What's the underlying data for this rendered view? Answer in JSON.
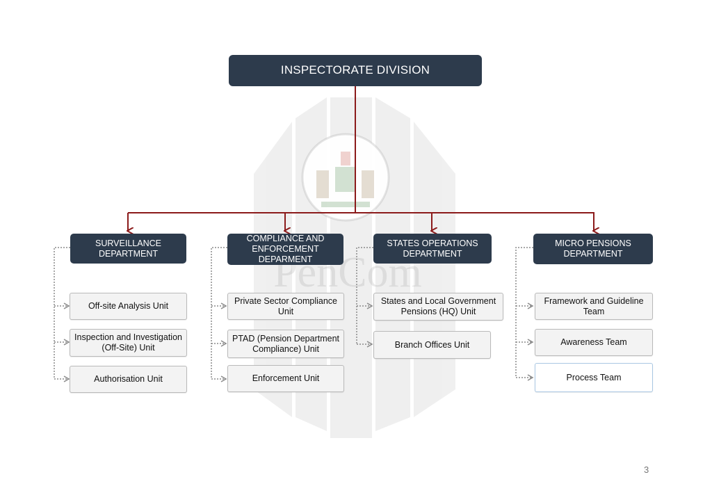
{
  "division": {
    "title": "INSPECTORATE DIVISION"
  },
  "departments": [
    {
      "name": "SURVEILLANCE DEPARTMENT",
      "units": [
        "Off-site Analysis Unit",
        "Inspection and Investigation (Off-Site) Unit",
        "Authorisation Unit"
      ]
    },
    {
      "name": "COMPLIANCE AND ENFORCEMENT DEPARMENT",
      "units": [
        "Private Sector Compliance Unit",
        "PTAD (Pension Department Compliance) Unit",
        "Enforcement Unit"
      ]
    },
    {
      "name": "STATES OPERATIONS DEPARTMENT",
      "units": [
        "States and Local Government Pensions (HQ) Unit",
        "Branch Offices Unit"
      ]
    },
    {
      "name": "MICRO PENSIONS DEPARTMENT",
      "units": [
        "Framework and Guideline Team",
        "Awareness Team",
        "Process Team"
      ]
    }
  ],
  "watermark": {
    "text": "PenCom"
  },
  "page_number": "3",
  "colors": {
    "header_fill": "#2d3b4c",
    "connector_red": "#8b1a1a",
    "unit_fill": "#f3f3f3",
    "dotted_connector": "#8a8a8a"
  }
}
